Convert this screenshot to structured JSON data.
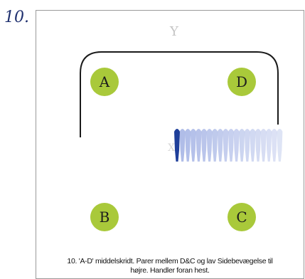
{
  "exercise_number": "10.",
  "arena": {
    "top_marker": "Y",
    "center_marker": "X",
    "letters": {
      "a": "A",
      "d": "D",
      "b": "B",
      "c": "C"
    },
    "colors": {
      "letter_circle": "#a9c93a",
      "track_line": "#1a1a1a",
      "horse_front": "#1f3f9a",
      "horse_trail": "#a9b7e6"
    }
  },
  "caption_line1": "10. 'A-D' middelskridt. Parer mellem D&C og lav Sidebevægelse til",
  "caption_line2": "højre. Handler foran hest."
}
